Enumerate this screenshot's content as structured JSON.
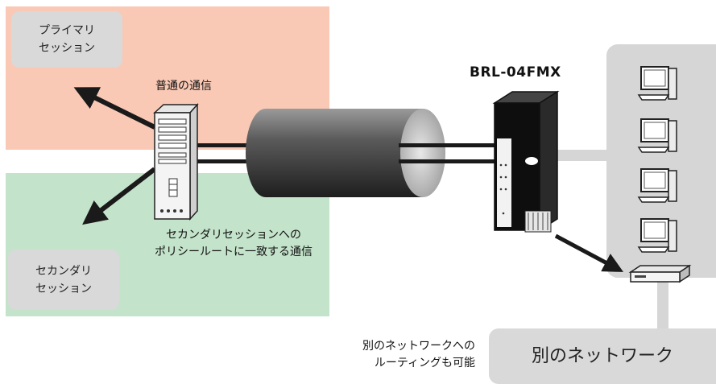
{
  "primary_session": {
    "line1": "プライマリ",
    "line2": "セッション"
  },
  "secondary_session": {
    "line1": "セカンダリ",
    "line2": "セッション"
  },
  "normal_traffic_label": "普通の通信",
  "policy_route_label": {
    "line1": "セカンダリセッションへの",
    "line2": "ポリシールートに一致する通信"
  },
  "device_name": "BRL-04FMX",
  "routing_note": {
    "line1": "別のネットワークへの",
    "line2": "ルーティングも可能"
  },
  "other_network_label": "別のネットワーク",
  "colors": {
    "primary_zone": "#f9c9b5",
    "secondary_zone": "#c4e3cb",
    "gray_panel": "#d6d6d6",
    "arrow": "#1a1a1a"
  },
  "icons": [
    "server-icon",
    "tunnel-icon",
    "router-icon",
    "pc-icon",
    "switch-icon"
  ]
}
